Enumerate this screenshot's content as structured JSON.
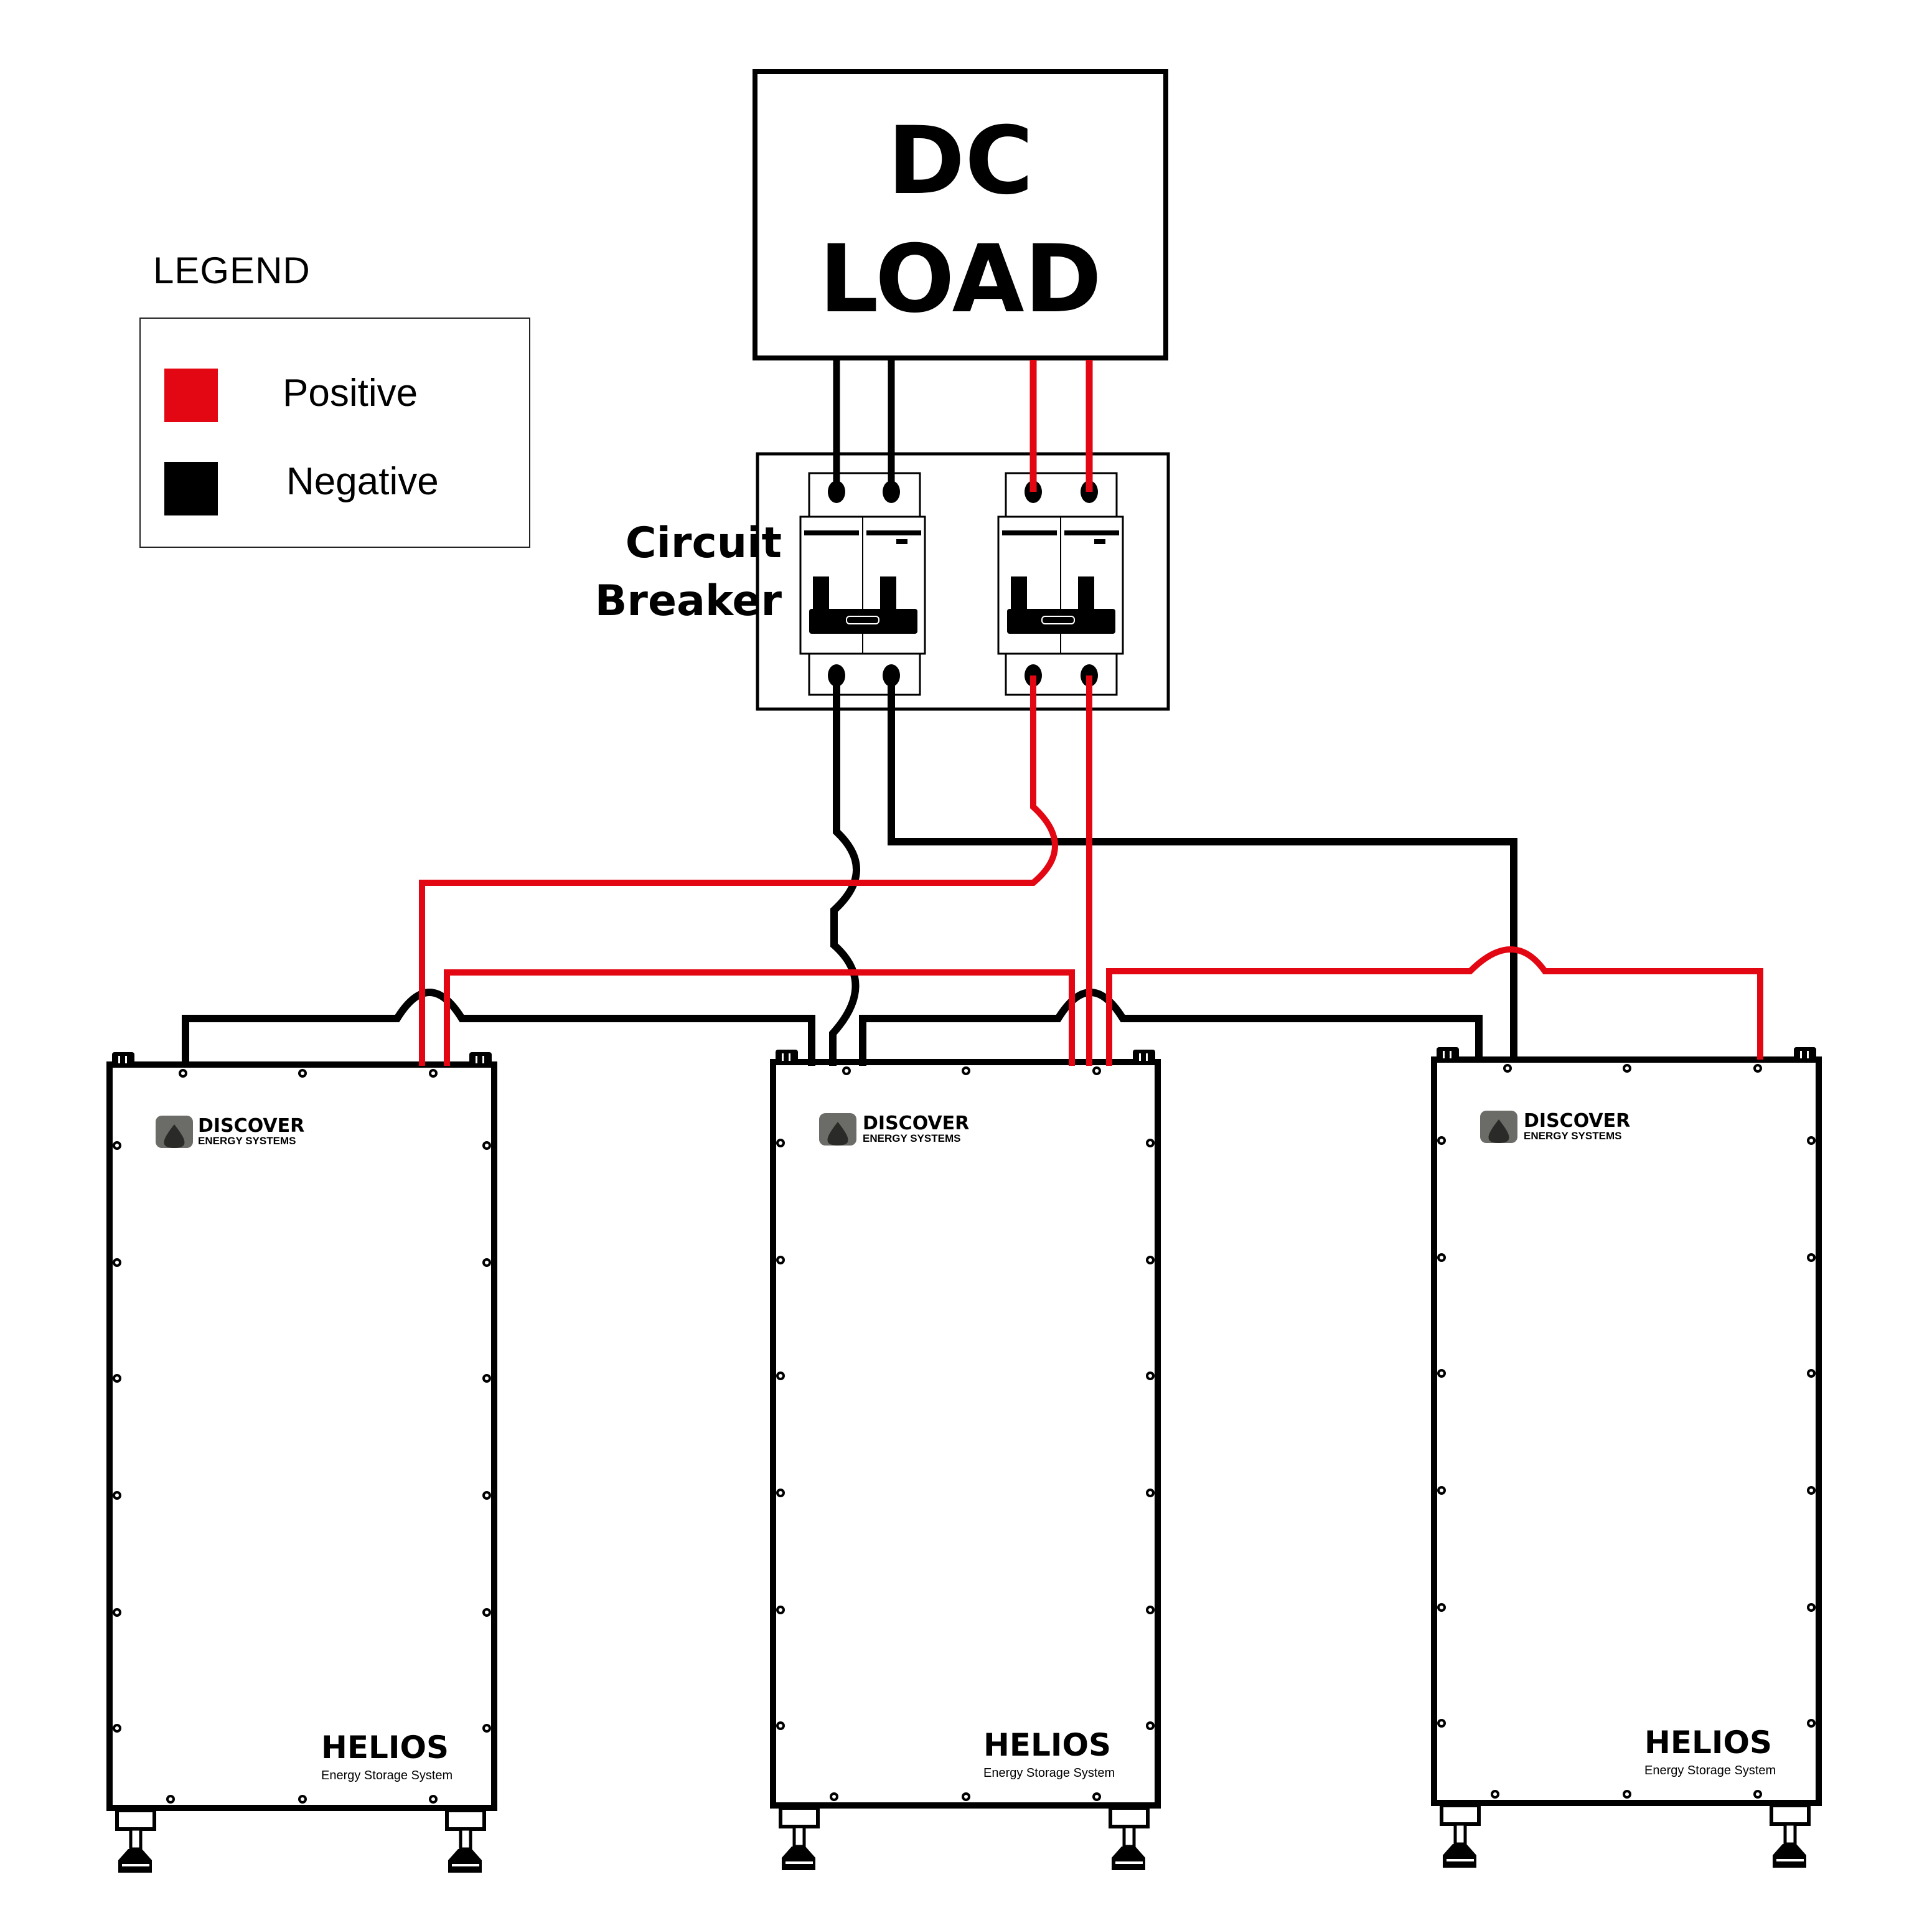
{
  "legend": {
    "title": "LEGEND",
    "items": [
      {
        "label": "Positive",
        "color": "#e30613"
      },
      {
        "label": "Negative",
        "color": "#000000"
      }
    ]
  },
  "dc_load": {
    "line1": "DC",
    "line2": "LOAD"
  },
  "circuit_breaker": {
    "line1": "Circuit",
    "line2": "Breaker"
  },
  "colors": {
    "positive": "#e30613",
    "negative": "#000000",
    "logo_gray": "#6b6b67",
    "logo_dark": "#2a2a28"
  },
  "batteries": [
    {
      "brand": "DISCOVER",
      "brand_sub": "ENERGY SYSTEMS",
      "model": "HELIOS",
      "model_sub": "Energy Storage System"
    },
    {
      "brand": "DISCOVER",
      "brand_sub": "ENERGY SYSTEMS",
      "model": "HELIOS",
      "model_sub": "Energy Storage System"
    },
    {
      "brand": "DISCOVER",
      "brand_sub": "ENERGY SYSTEMS",
      "model": "HELIOS",
      "model_sub": "Energy Storage System"
    }
  ]
}
